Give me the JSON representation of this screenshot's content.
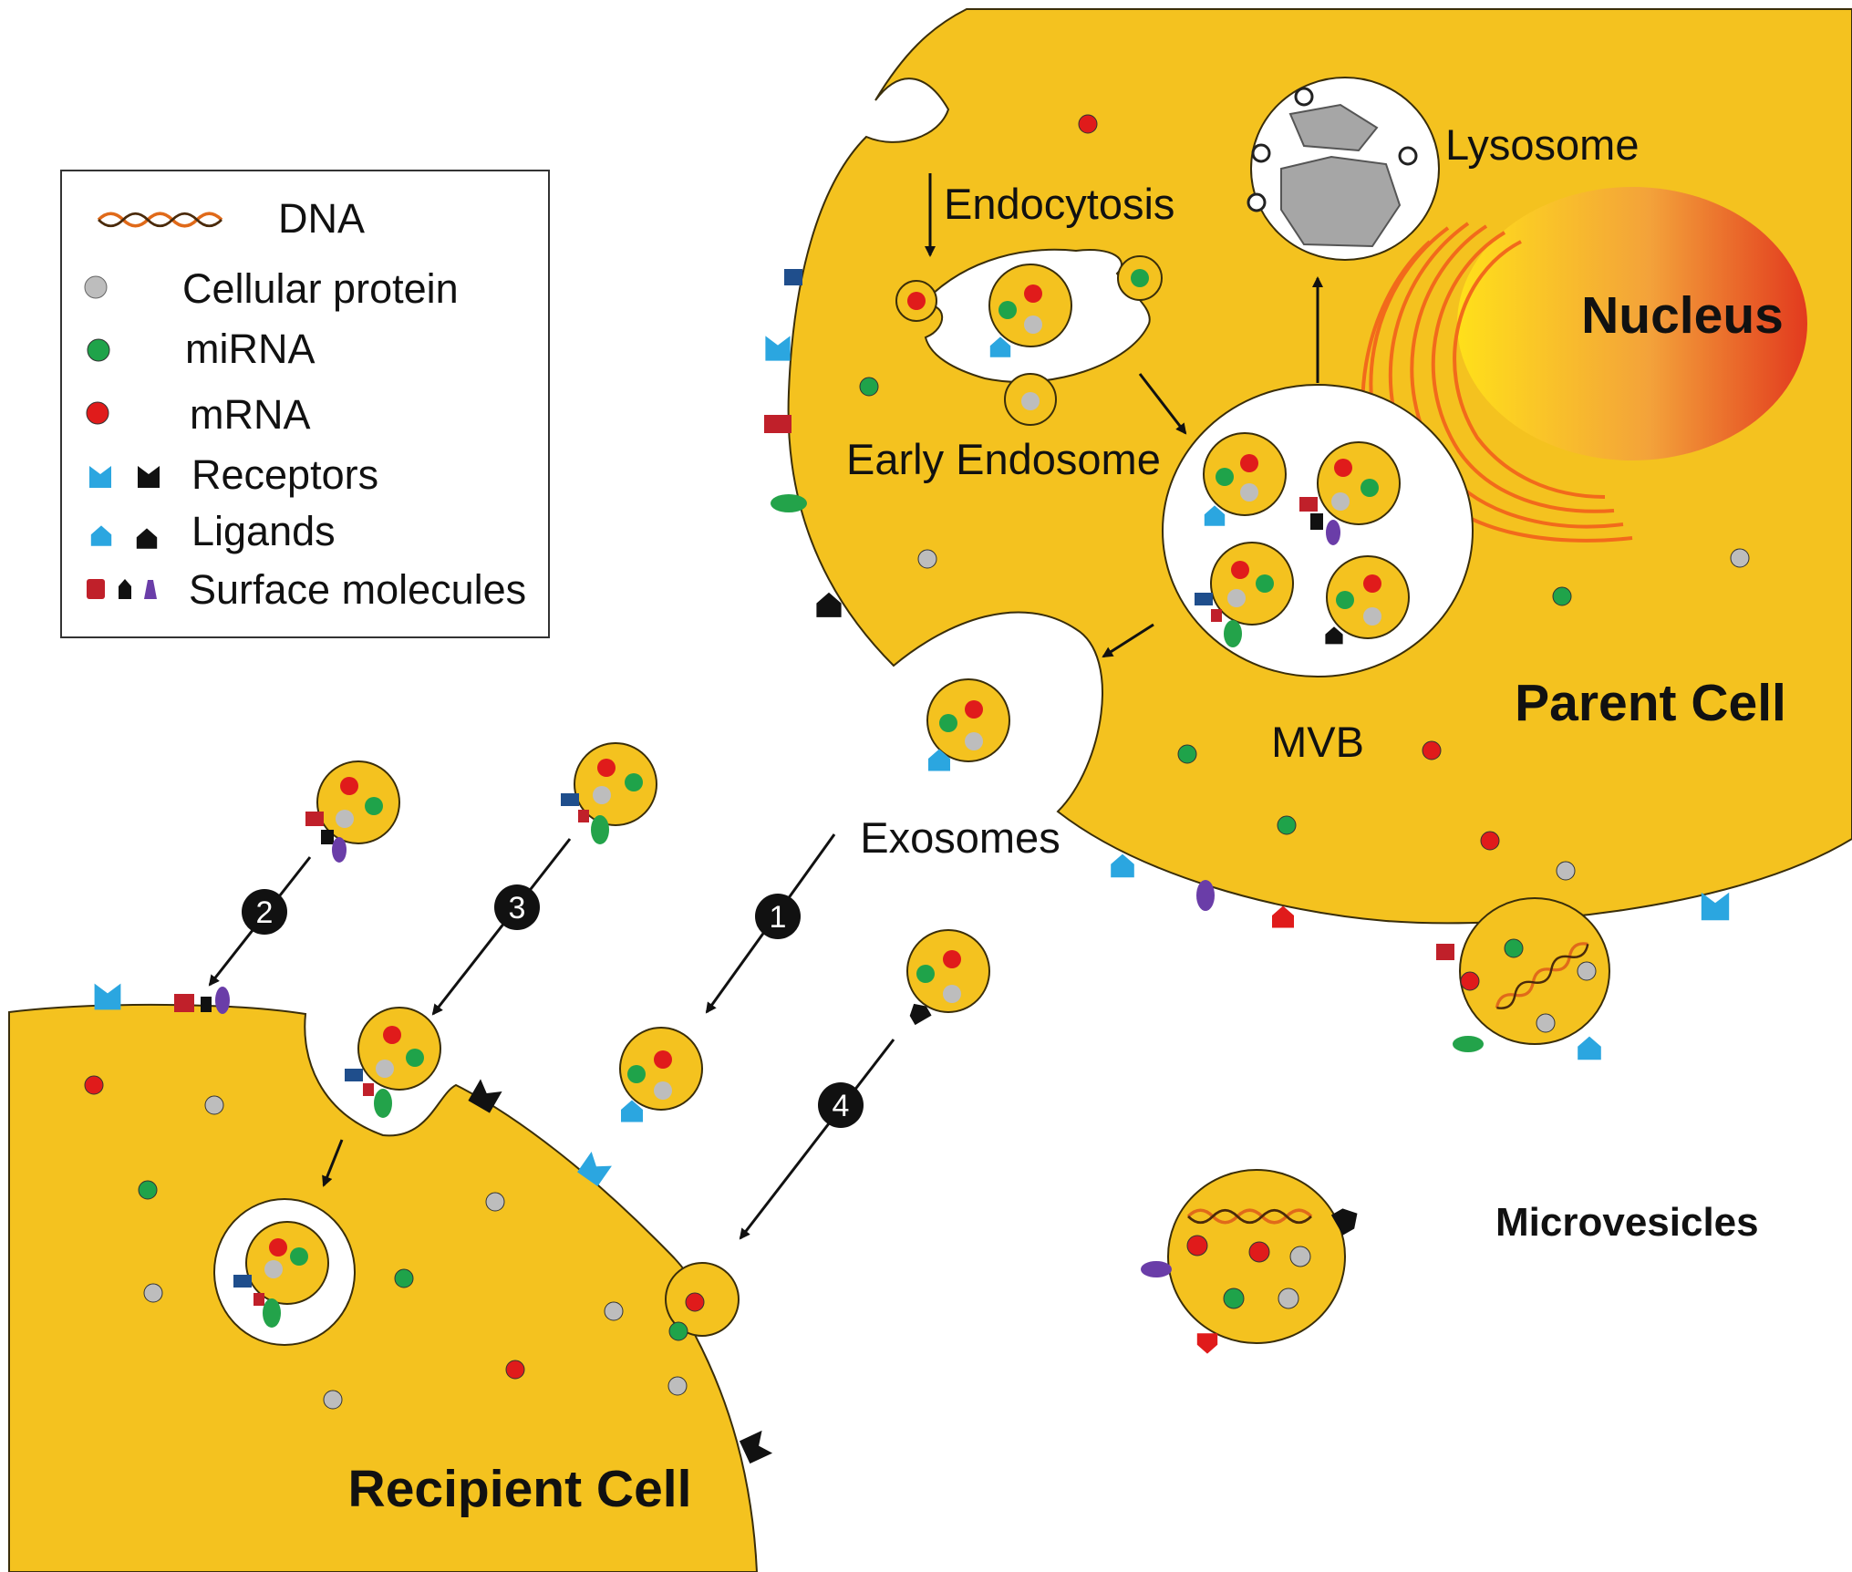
{
  "colors": {
    "cell": "#F4C21F",
    "cell_stroke": "#3A2E0A",
    "vesicle_white": "#FFFFFF",
    "protein": "#BDBDBD",
    "mirna": "#1FA34A",
    "mrna": "#E01B1B",
    "receptor_blue": "#2BA6E0",
    "black": "#111111",
    "surface_red": "#C0202A",
    "surface_purple": "#6A3DA8",
    "surface_green": "#23A34A",
    "surface_navy": "#1F4E8C",
    "lysosome_debris": "#A6A6A6",
    "golgi": "#F26A1B"
  },
  "labels": {
    "parent_cell": "Parent Cell",
    "recipient_cell": "Recipient Cell",
    "nucleus": "Nucleus",
    "lysosome": "Lysosome",
    "endocytosis": "Endocytosis",
    "early_endosome": "Early Endosome",
    "mvb": "MVB",
    "exosomes": "Exosomes",
    "microvesicles": "Microvesicles"
  },
  "pathways": [
    "1",
    "2",
    "3",
    "4"
  ],
  "legend": {
    "dna": "DNA",
    "protein": "Cellular protein",
    "mirna": "miRNA",
    "mrna": "mRNA",
    "receptors": "Receptors",
    "ligands": "Ligands",
    "surface": "Surface molecules"
  },
  "icons": {
    "dna": "double-helix-icon",
    "protein": "grey-circle-icon",
    "mirna": "green-circle-icon",
    "mrna": "red-circle-icon",
    "receptor": "v-notch-receptor-icon",
    "ligand": "pentagon-ligand-icon",
    "surface": "surface-molecule-icon"
  }
}
